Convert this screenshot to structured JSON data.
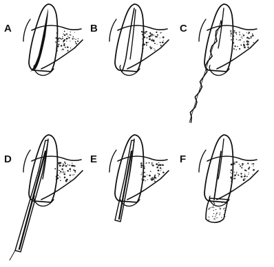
{
  "panels": [
    {
      "label": "A",
      "stage": "root-canal"
    },
    {
      "label": "B",
      "stage": "root-canal-clean"
    },
    {
      "label": "C",
      "stage": "reamer"
    },
    {
      "label": "D",
      "stage": "long-instrument"
    },
    {
      "label": "E",
      "stage": "short-instrument"
    },
    {
      "label": "F",
      "stage": "crown-shell"
    }
  ],
  "colors": {
    "ink": "#111111",
    "paper": "#ffffff"
  }
}
